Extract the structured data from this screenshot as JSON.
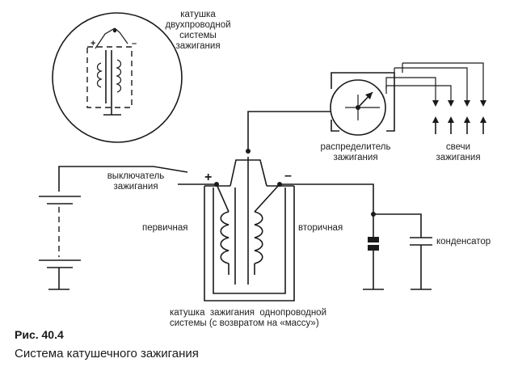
{
  "labels": {
    "inset_coil": "катушка\nдвухпроводной\nсистемы\nзажигания",
    "distributor": "распределитель\nзажигания",
    "spark_plugs": "свечи\nзажигания",
    "ignition_switch": "выключатель\nзажигания",
    "primary": "первичная",
    "secondary": "вторичная",
    "capacitor": "конденсатор",
    "main_coil": "катушка  зажигания  однопроводной\nсистемы (с возвратом на «массу»)",
    "plus": "+",
    "minus": "–"
  },
  "caption": {
    "number": "Рис. 40.4",
    "title": "Система катушечного зажигания"
  }
}
